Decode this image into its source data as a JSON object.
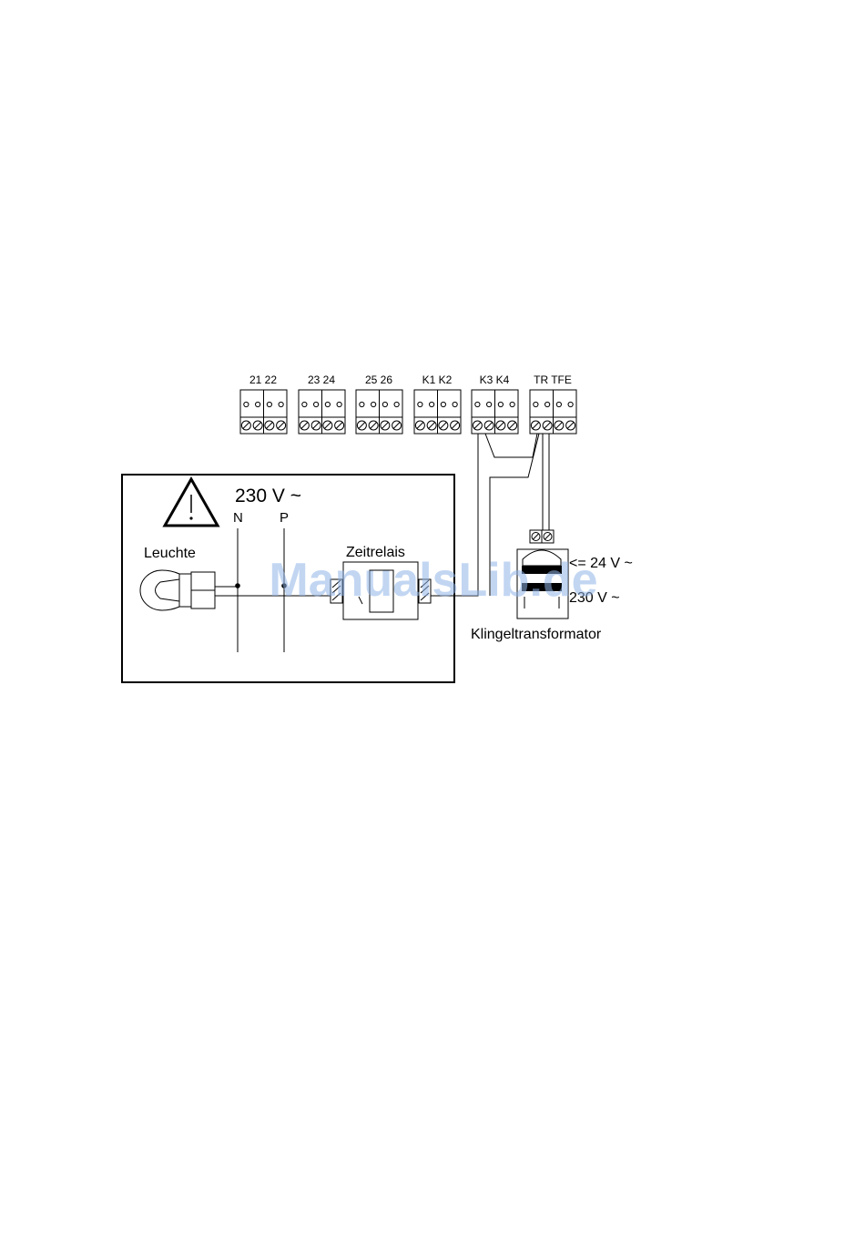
{
  "terminals": [
    {
      "label": "21 22"
    },
    {
      "label": "23 24"
    },
    {
      "label": "25 26"
    },
    {
      "label": "K1 K2"
    },
    {
      "label": "K3 K4"
    },
    {
      "label": "TR TFE"
    }
  ],
  "warning_icon": "warning-triangle-icon",
  "voltage_label": "230 V ~",
  "phase_labels": {
    "n": "N",
    "p": "P"
  },
  "lamp_label": "Leuchte",
  "relay_label": "Zeitrelais",
  "transformer": {
    "label": "Klingeltransformator",
    "secondary": "<= 24 V ~",
    "primary": "230 V ~"
  },
  "watermark": "ManualsLib.de"
}
